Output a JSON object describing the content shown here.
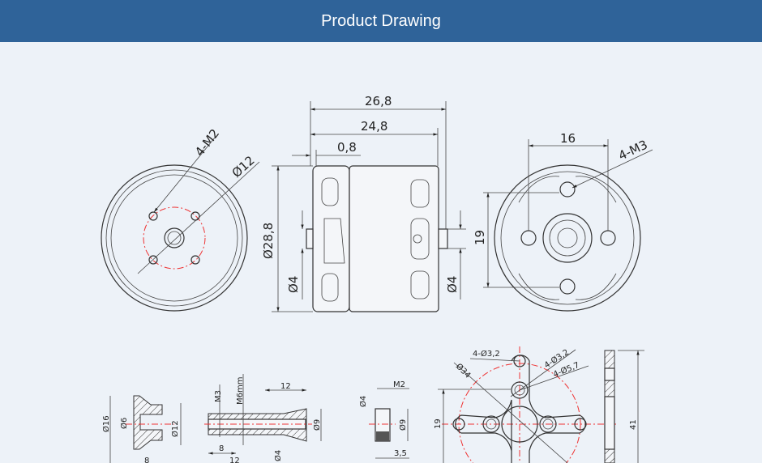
{
  "header": {
    "title": "Product Drawing"
  },
  "drawing": {
    "front_view": {
      "holes_label": "4-M2",
      "bolt_circle_label": "Ø12"
    },
    "side_view": {
      "overall_length": "26,8",
      "body_length": "24,8",
      "gap": "0,8",
      "diameter": "Ø28,8",
      "shaft_left": "Ø4",
      "shaft_right": "Ø4"
    },
    "rear_view": {
      "spacing_h": "16",
      "spacing_v": "19",
      "holes_label": "4-M3"
    },
    "prop_adapter": {
      "outer": "Ø16",
      "bore": "Ø6",
      "flange": "Ø12",
      "length": "8"
    },
    "prop_shaft": {
      "thread": "M3",
      "thread_len": "M6mm",
      "cone_len": "12",
      "cone_dia": "Ø9",
      "inner_len": "8",
      "total_len": "12",
      "shaft": "Ø4"
    },
    "nut": {
      "thread": "M2",
      "bore": "Ø4",
      "outer": "Ø9",
      "height": "3,5"
    },
    "mount": {
      "holes_outer": "4-Ø3,2",
      "circle": "Ø34",
      "holes_inner": "4-Ø3,2",
      "counterbore": "4-Ø5,7",
      "spacing": "19",
      "height": "41"
    }
  }
}
